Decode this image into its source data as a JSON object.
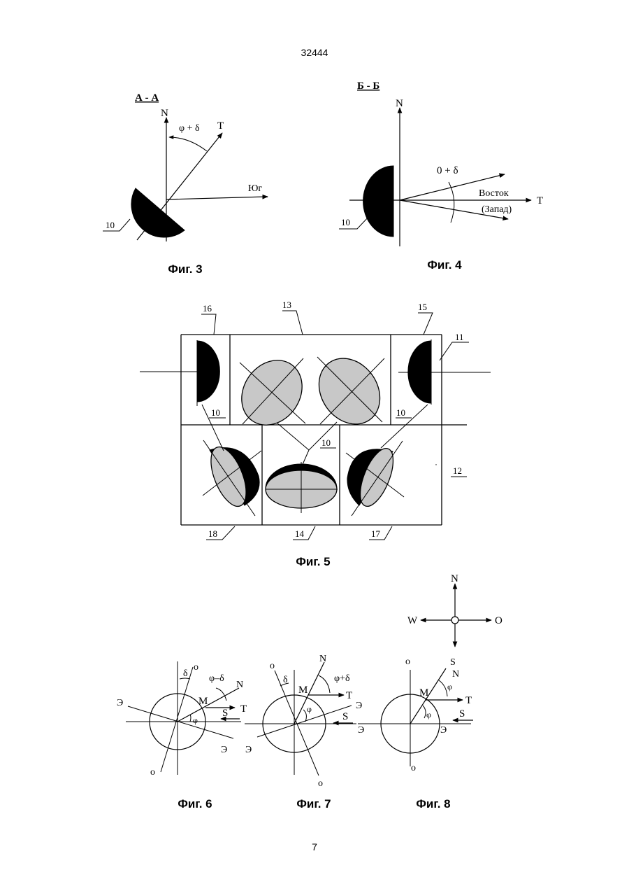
{
  "page": {
    "header_number": "32444",
    "footer_number": "7"
  },
  "fig3": {
    "section": "А - А",
    "north": "N",
    "angle": "φ + δ",
    "target": "T",
    "south": "Юг",
    "ref": "10",
    "caption": "Фиг. 3"
  },
  "fig4": {
    "section": "Б - Б",
    "north": "N",
    "angle": "0 + δ",
    "east": "Восток",
    "west": "(Запад)",
    "target": "T",
    "ref": "10",
    "caption": "Фиг. 4"
  },
  "fig5": {
    "ref16": "16",
    "ref13": "13",
    "ref15": "15",
    "ref11": "11",
    "ref10a": "10",
    "ref10b": "10",
    "ref10c": "10",
    "ref12": "12",
    "ref18": "18",
    "ref14": "14",
    "ref17": "17",
    "caption": "Фиг. 5"
  },
  "compass": {
    "n": "N",
    "w": "W",
    "o": "O"
  },
  "fig6": {
    "delta": "δ",
    "o_top": "о",
    "angle": "φ–δ",
    "north": "N",
    "e_left": "Э",
    "m": "M",
    "target": "T",
    "s": "S",
    "phi": "φ",
    "e_right": "Э",
    "o_bottom": "о",
    "caption": "Фиг. 6"
  },
  "fig7": {
    "o_top": "о",
    "delta": "δ",
    "north": "N",
    "angle": "φ+δ",
    "m": "M",
    "target": "T",
    "e_right": "Э",
    "phi": "φ",
    "s": "S",
    "e_left": "Э",
    "o_bottom": "о",
    "caption": "Фиг. 7"
  },
  "fig8": {
    "o_top": "о",
    "s_top": "S",
    "north": "N",
    "phi_top": "φ",
    "m": "M",
    "target": "T",
    "phi": "φ",
    "s": "S",
    "e_left": "Э",
    "e_right": "Э",
    "o_bottom": "о",
    "caption": "Фиг. 8"
  }
}
